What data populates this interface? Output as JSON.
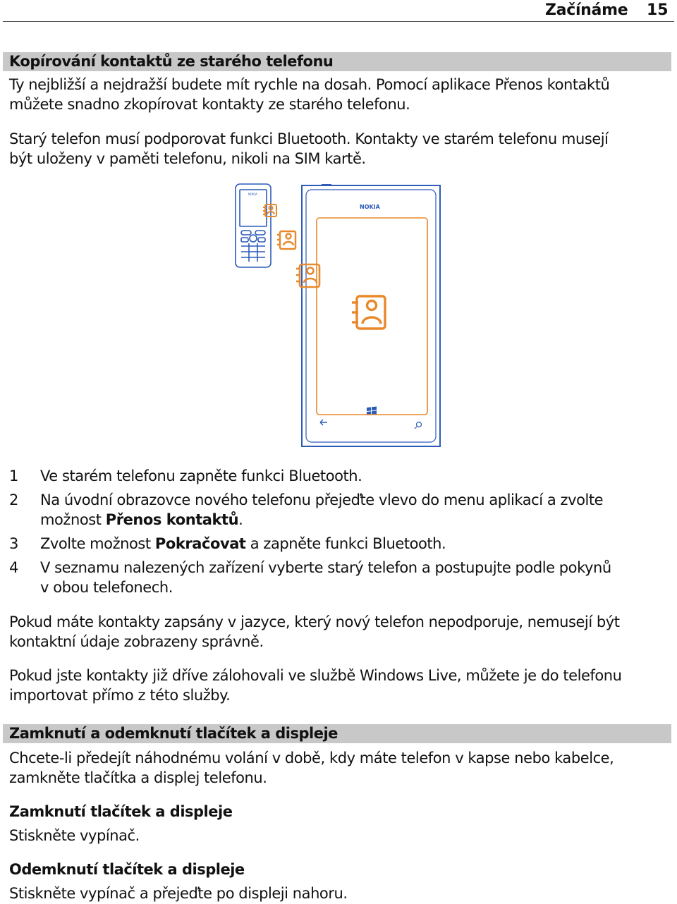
{
  "header": {
    "title": "Začínáme",
    "page": "15"
  },
  "section1": {
    "heading": "Kopírování kontaktů ze starého telefonu",
    "intro1": "Ty nejbližší a nejdražší budete mít rychle na dosah. Pomocí aplikace Přenos kontaktů",
    "intro2": "můžete snadno zkopírovat kontakty ze starého telefonu.",
    "req1": "Starý telefon musí podporovat funkci Bluetooth. Kontakty ve starém telefonu musejí",
    "req2": "být uloženy v paměti telefonu, nikoli na SIM kartě.",
    "illustration": {
      "brand_old": "NOKIA",
      "brand_new": "NOKIA"
    },
    "steps": [
      {
        "num": "1",
        "line1": "Ve starém telefonu zapněte funkci Bluetooth."
      },
      {
        "num": "2",
        "line1": "Na úvodní obrazovce nového telefonu přejeďte vlevo do menu aplikací a zvolte",
        "line2_pre": "možnost ",
        "line2_bold": "Přenos kontaktů",
        "line2_post": "."
      },
      {
        "num": "3",
        "pre": "Zvolte možnost ",
        "bold": "Pokračovat",
        "post": " a zapněte funkci Bluetooth."
      },
      {
        "num": "4",
        "line1": "V seznamu nalezených zařízení vyberte starý telefon a postupujte podle pokynů",
        "line2": "v obou telefonech."
      }
    ],
    "note1_1": "Pokud máte kontakty zapsány v jazyce, který nový telefon nepodporuje, nemusejí být",
    "note1_2": "kontaktní údaje zobrazeny správně.",
    "note2_1": "Pokud jste kontakty již dříve zálohovali ve službě Windows Live, můžete je do telefonu",
    "note2_2": "importovat přímo z této služby."
  },
  "section2": {
    "heading": "Zamknutí a odemknutí tlačítek a displeje",
    "intro1": "Chcete-li předejít náhodnému volání v době, kdy máte telefon v kapse nebo kabelce,",
    "intro2": "zamkněte tlačítka a displej telefonu.",
    "lock_heading": "Zamknutí tlačítek a displeje",
    "lock_text": "Stiskněte vypínač.",
    "unlock_heading": "Odemknutí tlačítek a displeje",
    "unlock_text": "Stiskněte vypínač a přejeďte po displeji nahoru."
  },
  "colors": {
    "accent": "#e8892b",
    "phone_outline": "#2c5bb8",
    "bar": "#c8c8c8"
  }
}
